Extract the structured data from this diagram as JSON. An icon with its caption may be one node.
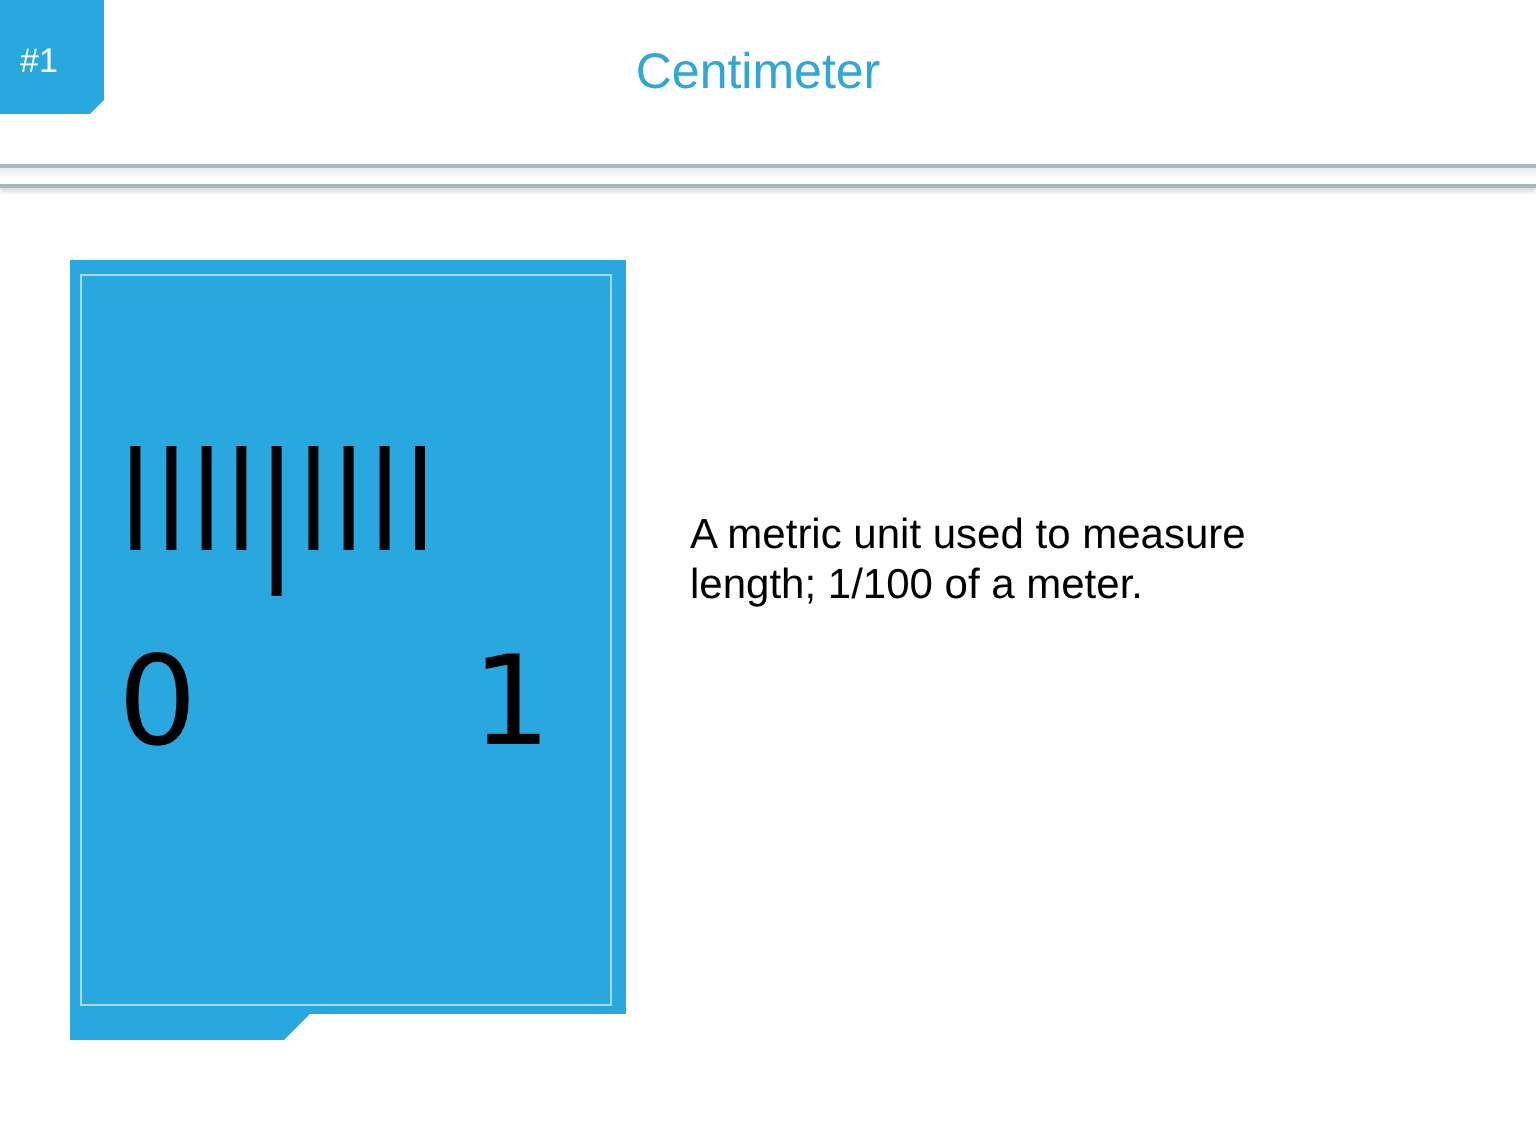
{
  "diagram": {
    "title": "Centimeter",
    "nodes": [
      {
        "text": [
          "#1"
        ]
      },
      {
        "text": [
          "0",
          "1"
        ]
      }
    ],
    "labels": [
      "A metric unit used to measure length; 1/100 of a meter."
    ]
  }
}
